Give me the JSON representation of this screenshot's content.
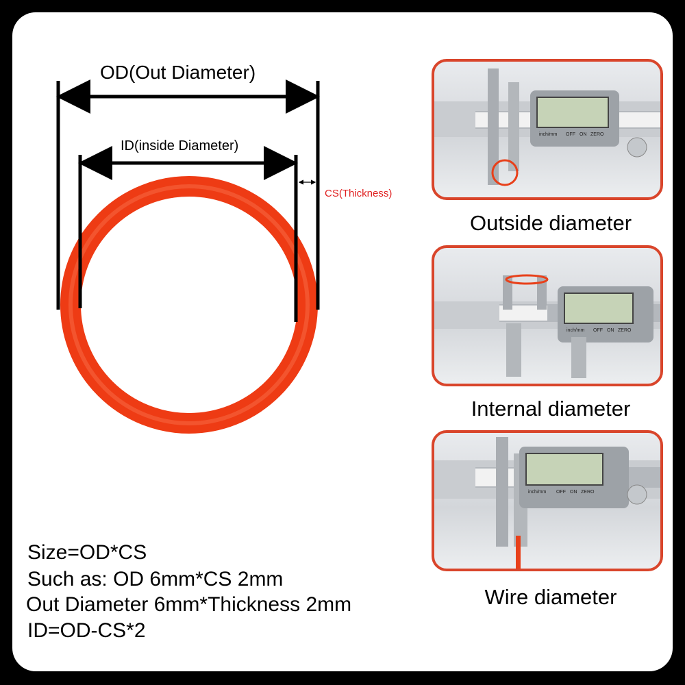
{
  "diagram": {
    "od_label": "OD(Out Diameter)",
    "id_label": "ID(inside Diameter)",
    "cs_label": "CS(Thickness)",
    "ring_color": "#ee3b14",
    "frame_color": "#d9452b"
  },
  "photos": [
    {
      "caption": "Outside diameter",
      "readout_labels": [
        "inch/mm",
        "OFF",
        "ON",
        "ZERO"
      ]
    },
    {
      "caption": "Internal diameter",
      "readout_labels": [
        "inch/mm",
        "OFF",
        "ON",
        "ZERO"
      ]
    },
    {
      "caption": "Wire diameter",
      "readout_labels": [
        "inch/mm",
        "OFF",
        "ON",
        "ZERO"
      ]
    }
  ],
  "formulas": {
    "line1": "Size=OD*CS",
    "line2": "Such as: OD 6mm*CS 2mm",
    "line3": "Out Diameter 6mm*Thickness 2mm",
    "line4": "ID=OD-CS*2"
  }
}
